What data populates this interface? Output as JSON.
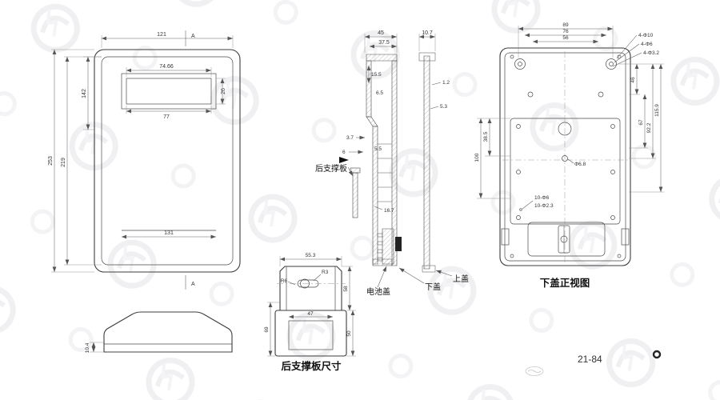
{
  "title_block": {
    "part_number": "21-84"
  },
  "front_view": {
    "section_marker_top": "A",
    "section_marker_bottom": "A",
    "dims": {
      "overall_width": "121",
      "overall_height": "253",
      "inner_height": "219",
      "upper_left": "142",
      "window_width": "74.66",
      "window_inner_width": "77",
      "window_height": "26",
      "bottom_width": "131"
    }
  },
  "profile_view": {
    "dims": {
      "base_lip": "10.4"
    }
  },
  "section_views": {
    "labels": {
      "rear_plate": "后支撑板",
      "battery_cover": "电池盖",
      "lower_cover": "下盖",
      "upper_cover": "上盖"
    },
    "dims": {
      "overall_depth": "45",
      "inner_depth": "37.5",
      "upper_cover_depth": "10.7",
      "d1": "15.5",
      "d2": "6.5",
      "d3": "3.7",
      "d4": "6",
      "d5": "5.5",
      "d6": "1.2",
      "d7": "5.3",
      "d8": "16.7"
    }
  },
  "bottom_cover_view": {
    "title": "下盖正视图",
    "dims": {
      "w1": "89",
      "w2": "76",
      "w3": "56",
      "holes1": "4-Φ10",
      "holes2": "4-Φ6",
      "holes3": "4-Φ3.2",
      "r1": "46",
      "r2": "67",
      "r3": "92.2",
      "r4": "115.9",
      "l1": "38.5",
      "l2": "100",
      "center_hole": "Φ6.8",
      "holes4": "10-Φ6",
      "holes5": "10-Φ2.3"
    }
  },
  "bracket_view": {
    "title": "后支撑板尺寸",
    "dims": {
      "w": "55.3",
      "r_small": "R3",
      "r_big": "R6",
      "inner_w": "47",
      "h1": "58",
      "h2": "50",
      "h3": "69"
    }
  }
}
